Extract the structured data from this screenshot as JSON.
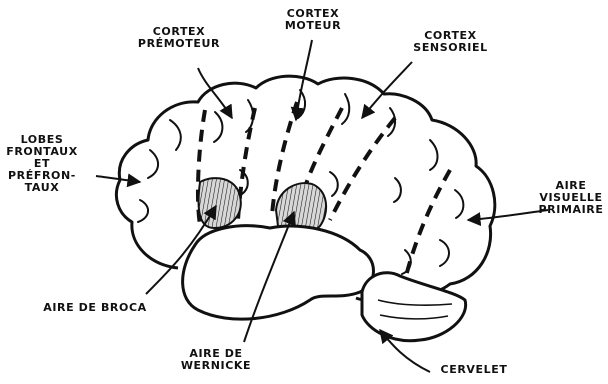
{
  "diagram": {
    "labels": {
      "cortex_premoteur": [
        "CORTEX",
        "PRÉMOTEUR"
      ],
      "cortex_moteur": [
        "CORTEX",
        "MOTEUR"
      ],
      "cortex_sensoriel": [
        "CORTEX",
        "SENSORIEL"
      ],
      "lobes_frontaux": [
        "LOBES",
        "FRONTAUX",
        "ET",
        "PRÉFRON-",
        "TAUX"
      ],
      "aire_visuelle": [
        "AIRE",
        "VISUELLE",
        "PRIMAIRE"
      ],
      "aire_broca": [
        "AIRE DE BROCA"
      ],
      "aire_wernicke": [
        "AIRE DE",
        "WERNICKE"
      ],
      "cervelet": [
        "CERVELET"
      ]
    },
    "colors": {
      "ink": "#111111",
      "paper": "#ffffff",
      "hatch_fill": "#cfcfcf"
    }
  }
}
